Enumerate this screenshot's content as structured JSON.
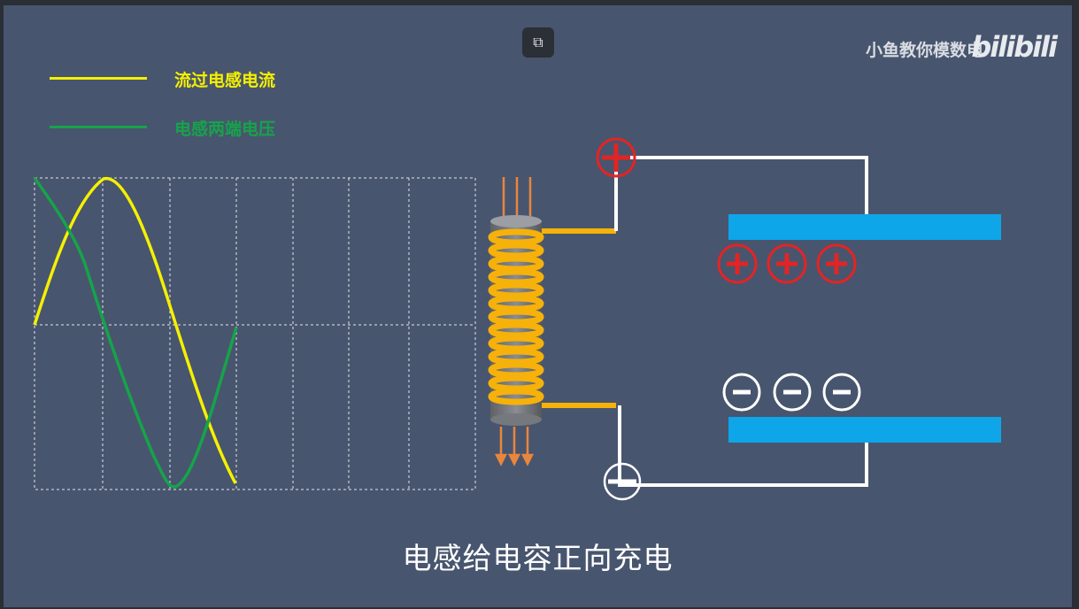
{
  "legend": {
    "items": [
      {
        "label": "流过电感电流",
        "color": "#f5f000"
      },
      {
        "label": "电感两端电压",
        "color": "#16a34a"
      }
    ]
  },
  "watermark": {
    "text": "小鱼教你模数电",
    "logo": "bilibili"
  },
  "control": {
    "icon": "picture-in-picture-icon",
    "glyph": "⧉"
  },
  "caption": "电感给电容正向充电",
  "colors": {
    "background": "#48556e",
    "current": "#f5f000",
    "voltage": "#16a34a",
    "plate": "#0ea5e9",
    "coil": "#f6b10a",
    "wire": "#ffffff",
    "plus": "#e32424"
  },
  "circuit": {
    "plus_symbol": "+",
    "minus_symbol": "−",
    "top_plate_charge_count": 3,
    "bottom_plate_charge_count": 3
  }
}
